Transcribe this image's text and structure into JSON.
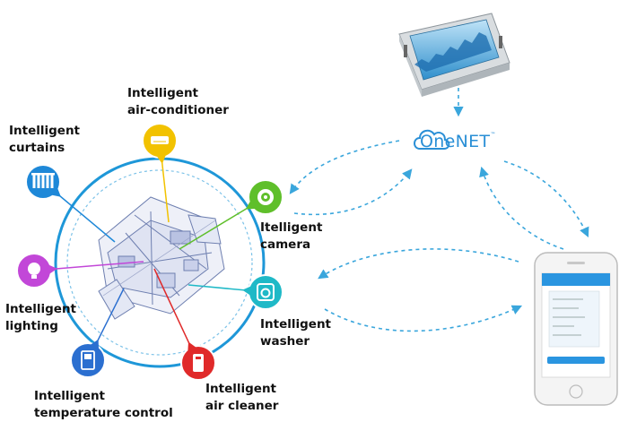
{
  "colors": {
    "ring": "#1e97d8",
    "dash": "#3aa6dc",
    "brand": "#2a8fd6"
  },
  "brand": {
    "name": "OneNET",
    "mark": "™"
  },
  "devices": [
    {
      "id": "air-conditioner",
      "line1": "Intelligent",
      "line2": "air-conditioner",
      "color": "#f2c200",
      "icon": "air-conditioner-icon"
    },
    {
      "id": "curtains",
      "line1": "Intelligent",
      "line2": "curtains",
      "color": "#1e88d8",
      "icon": "curtains-icon"
    },
    {
      "id": "camera",
      "line1": "Itelligent",
      "line2": "camera",
      "color": "#5fbf2a",
      "icon": "camera-icon"
    },
    {
      "id": "lighting",
      "line1": "Intelligent",
      "line2": "lighting",
      "color": "#c247d8",
      "icon": "bulb-icon"
    },
    {
      "id": "washer",
      "line1": "Intelligent",
      "line2": "washer",
      "color": "#1fb9c7",
      "icon": "washer-icon"
    },
    {
      "id": "temperature",
      "line1": "Intelligent",
      "line2": "temperature control",
      "color": "#2b6fd0",
      "icon": "thermostat-icon"
    },
    {
      "id": "air-cleaner",
      "line1": "Intelligent",
      "line2": "air cleaner",
      "color": "#e02a2a",
      "icon": "air-cleaner-icon"
    }
  ]
}
